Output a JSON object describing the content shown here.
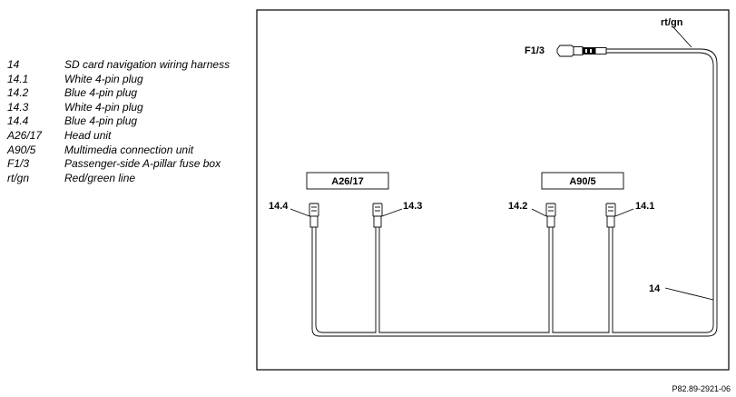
{
  "legend": [
    {
      "key": "14",
      "desc": "SD card navigation wiring harness"
    },
    {
      "key": "14.1",
      "desc": "White 4-pin plug"
    },
    {
      "key": "14.2",
      "desc": "Blue 4-pin plug"
    },
    {
      "key": "14.3",
      "desc": "White 4-pin plug"
    },
    {
      "key": "14.4",
      "desc": "Blue 4-pin plug"
    },
    {
      "key": "A26/17",
      "desc": "Head unit"
    },
    {
      "key": "A90/5",
      "desc": "Multimedia connection unit"
    },
    {
      "key": "F1/3",
      "desc": "Passenger-side A-pillar fuse box"
    },
    {
      "key": "rt/gn",
      "desc": "Red/green line"
    }
  ],
  "diagram": {
    "box_a26": "A26/17",
    "box_a90": "A90/5",
    "label_f13": "F1/3",
    "label_rtgn": "rt/gn",
    "label_14": "14",
    "label_14_1": "14.1",
    "label_14_2": "14.2",
    "label_14_3": "14.3",
    "label_14_4": "14.4"
  },
  "reference": "P82.89-2921-06"
}
